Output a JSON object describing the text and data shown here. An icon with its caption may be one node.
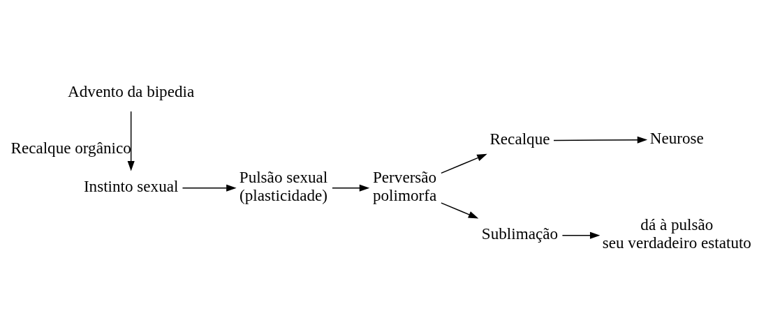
{
  "diagram": {
    "nodes": [
      {
        "text": [
          "Advento da bipedia"
        ]
      },
      {
        "text": [
          "Instinto sexual"
        ]
      },
      {
        "text": [
          "Pulsão sexual (plasticidade)"
        ]
      },
      {
        "text": [
          "Perversão polimorfa"
        ]
      },
      {
        "text": [
          "Recalque"
        ]
      },
      {
        "text": [
          "Neurose"
        ]
      },
      {
        "text": [
          "Sublimação"
        ]
      },
      {
        "text": [
          "dá à pulsão seu verdadeiro estatuto"
        ]
      }
    ],
    "edges": [
      {
        "from": 0,
        "to": 1,
        "arrow": "to",
        "label": "Recalque orgânico"
      },
      {
        "from": 1,
        "to": 2,
        "arrow": "to"
      },
      {
        "from": 2,
        "to": 3,
        "arrow": "to"
      },
      {
        "from": 3,
        "to": 4,
        "arrow": "to"
      },
      {
        "from": 4,
        "to": 5,
        "arrow": "to"
      },
      {
        "from": 3,
        "to": 6,
        "arrow": "to"
      },
      {
        "from": 6,
        "to": 7,
        "arrow": "to"
      }
    ]
  }
}
